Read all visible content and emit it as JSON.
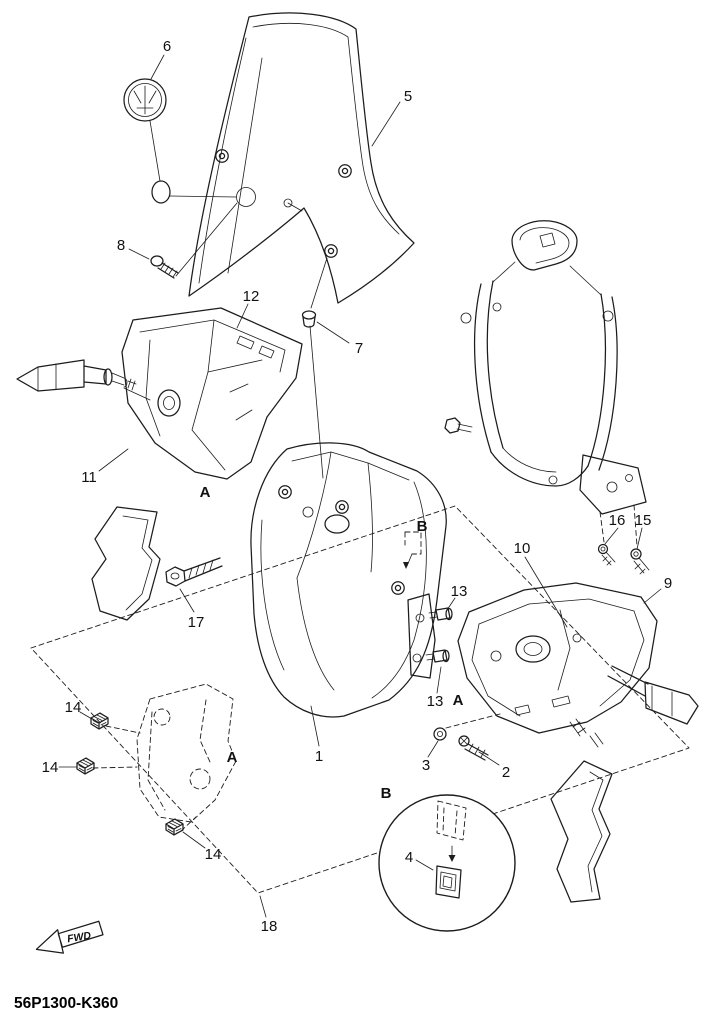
{
  "diagram": {
    "code": "56P1300-K360",
    "fwd_label": "FWD",
    "callouts": {
      "headlight_cowl": "1",
      "lower_screw": "2",
      "washer": "3",
      "clip_nut": "4",
      "windshield": "5",
      "emblem": "6",
      "windshield_nut": "7",
      "windshield_screw": "8",
      "right_panel": "9",
      "right_inner_panel": "10",
      "left_panel": "11",
      "left_inner_panel": "12",
      "side_bolt_upper": "13",
      "side_bolt_lower": "13",
      "damper_top": "14",
      "damper_left": "14",
      "damper_bottom": "14",
      "stay_screw_outer": "15",
      "stay_screw_inner": "16",
      "cowl_bolt": "17",
      "assembly_boundary": "18"
    },
    "view_labels": {
      "a_left": "A",
      "a_bracket": "A",
      "a_right": "A",
      "b_main": "B",
      "b_detail": "B"
    }
  }
}
